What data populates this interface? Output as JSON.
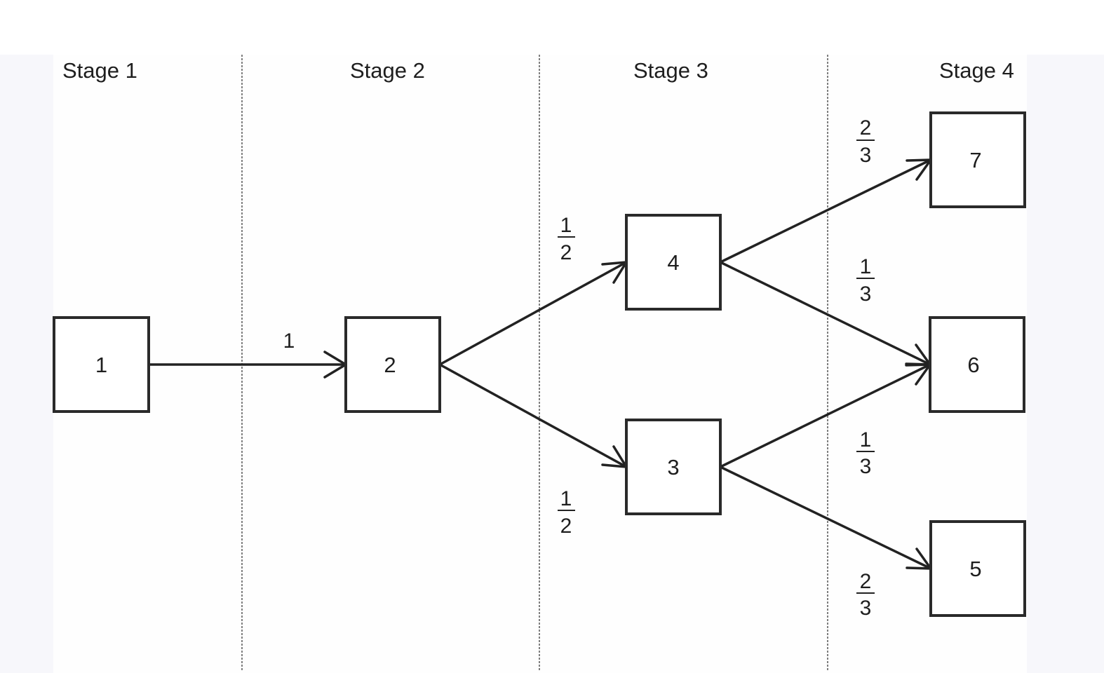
{
  "stages": [
    {
      "label": "Stage 1"
    },
    {
      "label": "Stage 2"
    },
    {
      "label": "Stage 3"
    },
    {
      "label": "Stage 4"
    }
  ],
  "nodes": {
    "n1": "1",
    "n2": "2",
    "n3": "3",
    "n4": "4",
    "n5": "5",
    "n6": "6",
    "n7": "7"
  },
  "edges": [
    {
      "from": "n1",
      "to": "n2",
      "label": "1"
    },
    {
      "from": "n2",
      "to": "n4",
      "label": {
        "num": "1",
        "den": "2"
      }
    },
    {
      "from": "n2",
      "to": "n3",
      "label": {
        "num": "1",
        "den": "2"
      }
    },
    {
      "from": "n4",
      "to": "n7",
      "label": {
        "num": "2",
        "den": "3"
      }
    },
    {
      "from": "n4",
      "to": "n6",
      "label": {
        "num": "1",
        "den": "3"
      }
    },
    {
      "from": "n3",
      "to": "n6",
      "label": {
        "num": "1",
        "den": "3"
      }
    },
    {
      "from": "n3",
      "to": "n5",
      "label": {
        "num": "2",
        "den": "3"
      }
    }
  ]
}
